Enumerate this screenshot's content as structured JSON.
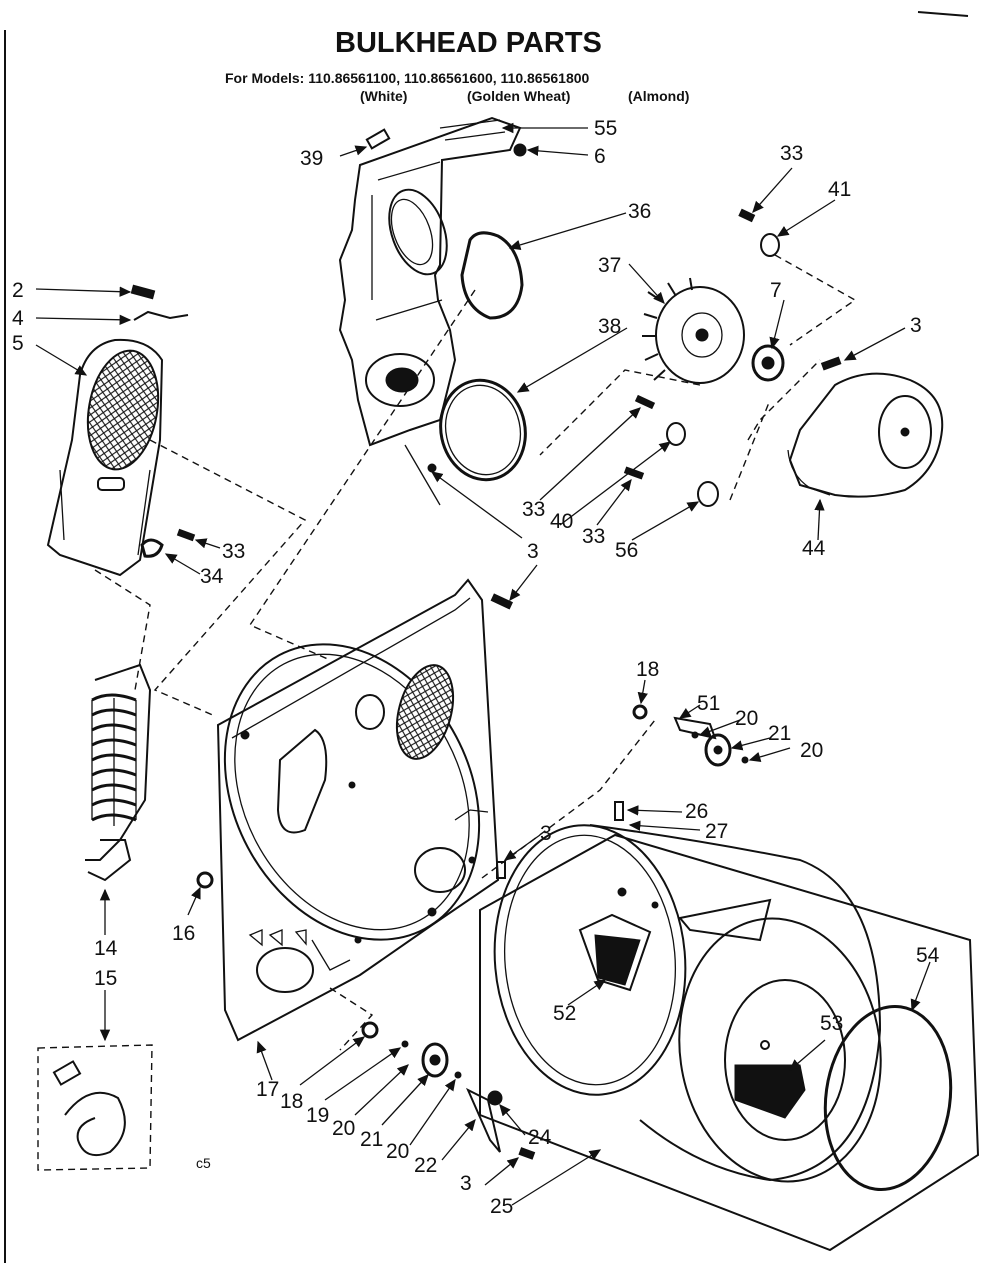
{
  "title": "BULKHEAD PARTS",
  "models_line": "For Models: 110.86561100, 110.86561600, 110.86561800",
  "colors": {
    "white": "(White)",
    "golden_wheat": "(Golden Wheat)",
    "almond": "(Almond)"
  },
  "corner_code": "c5",
  "part_labels": {
    "p2": "2",
    "p4": "4",
    "p5": "5",
    "p39": "39",
    "p55": "55",
    "p6": "6",
    "p36": "36",
    "p33_top": "33",
    "p41": "41",
    "p37": "37",
    "p38": "38",
    "p7": "7",
    "p3_top": "3",
    "p33_a": "33",
    "p40": "40",
    "p33_b": "33",
    "p56": "56",
    "p44": "44",
    "p33_left": "33",
    "p34": "34",
    "p3_mid": "3",
    "p18_top": "18",
    "p51": "51",
    "p20_a": "20",
    "p21_top": "21",
    "p20_b": "20",
    "p26": "26",
    "p27": "27",
    "p3_right": "3",
    "p14": "14",
    "p15": "15",
    "p16": "16",
    "p52": "52",
    "p53": "53",
    "p54": "54",
    "p17": "17",
    "p18_bot": "18",
    "p19": "19",
    "p20_c": "20",
    "p21_bot": "21",
    "p20_d": "20",
    "p22": "22",
    "p3_bot": "3",
    "p24": "24",
    "p25": "25"
  }
}
